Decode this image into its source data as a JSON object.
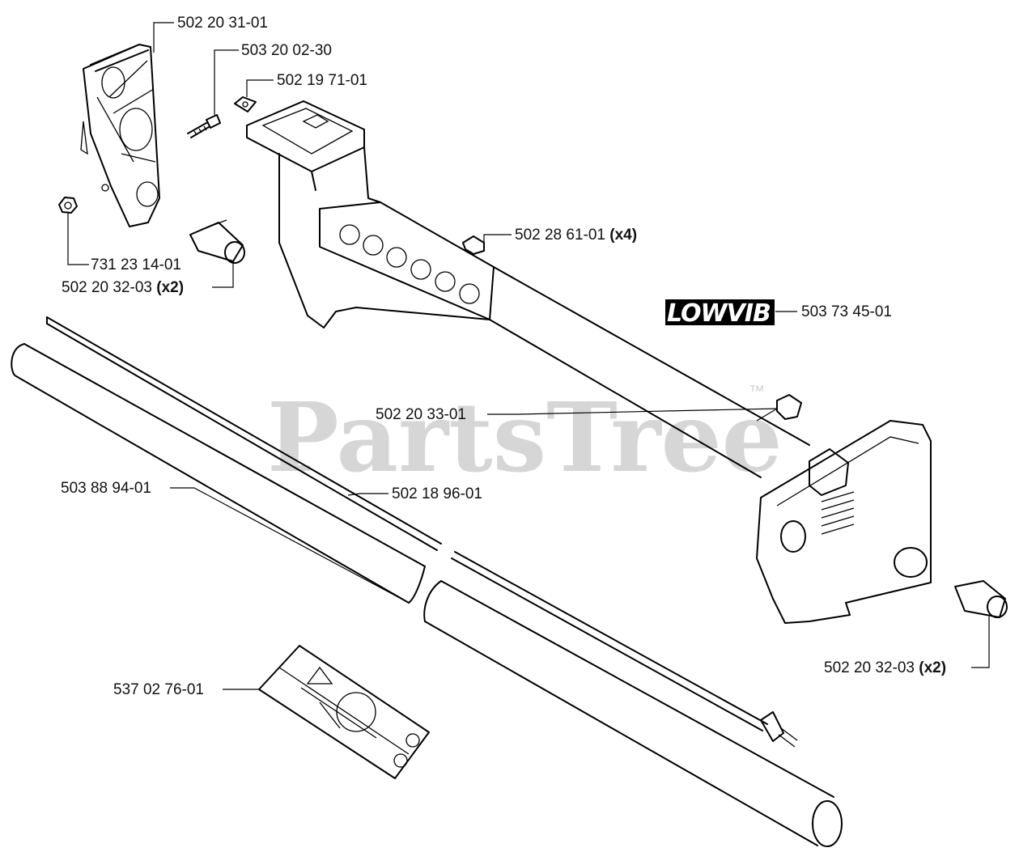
{
  "watermark": {
    "text": "PartsTree",
    "trademark": "™"
  },
  "logo_decal": {
    "text": "LOWVIB"
  },
  "labels": [
    {
      "id": "handle-bracket",
      "part": "502 20 31-01",
      "qty": ""
    },
    {
      "id": "screw",
      "part": "503 20 02-30",
      "qty": ""
    },
    {
      "id": "square-nut",
      "part": "502 19 71-01",
      "qty": ""
    },
    {
      "id": "clip",
      "part": "502 28 61-01",
      "qty": "(x4)"
    },
    {
      "id": "lowvib-decal",
      "part": "503 73 45-01",
      "qty": ""
    },
    {
      "id": "nut",
      "part": "731 23 14-01",
      "qty": ""
    },
    {
      "id": "grip-left",
      "part": "502 20 32-03",
      "qty": "(x2)"
    },
    {
      "id": "main-handle",
      "part": "502 20 33-01",
      "qty": ""
    },
    {
      "id": "shaft-tube",
      "part": "503 88 94-01",
      "qty": ""
    },
    {
      "id": "drive-shaft",
      "part": "502 18 96-01",
      "qty": ""
    },
    {
      "id": "grip-right",
      "part": "502 20 32-03",
      "qty": "(x2)"
    },
    {
      "id": "warning-decal",
      "part": "537 02 76-01",
      "qty": ""
    }
  ]
}
